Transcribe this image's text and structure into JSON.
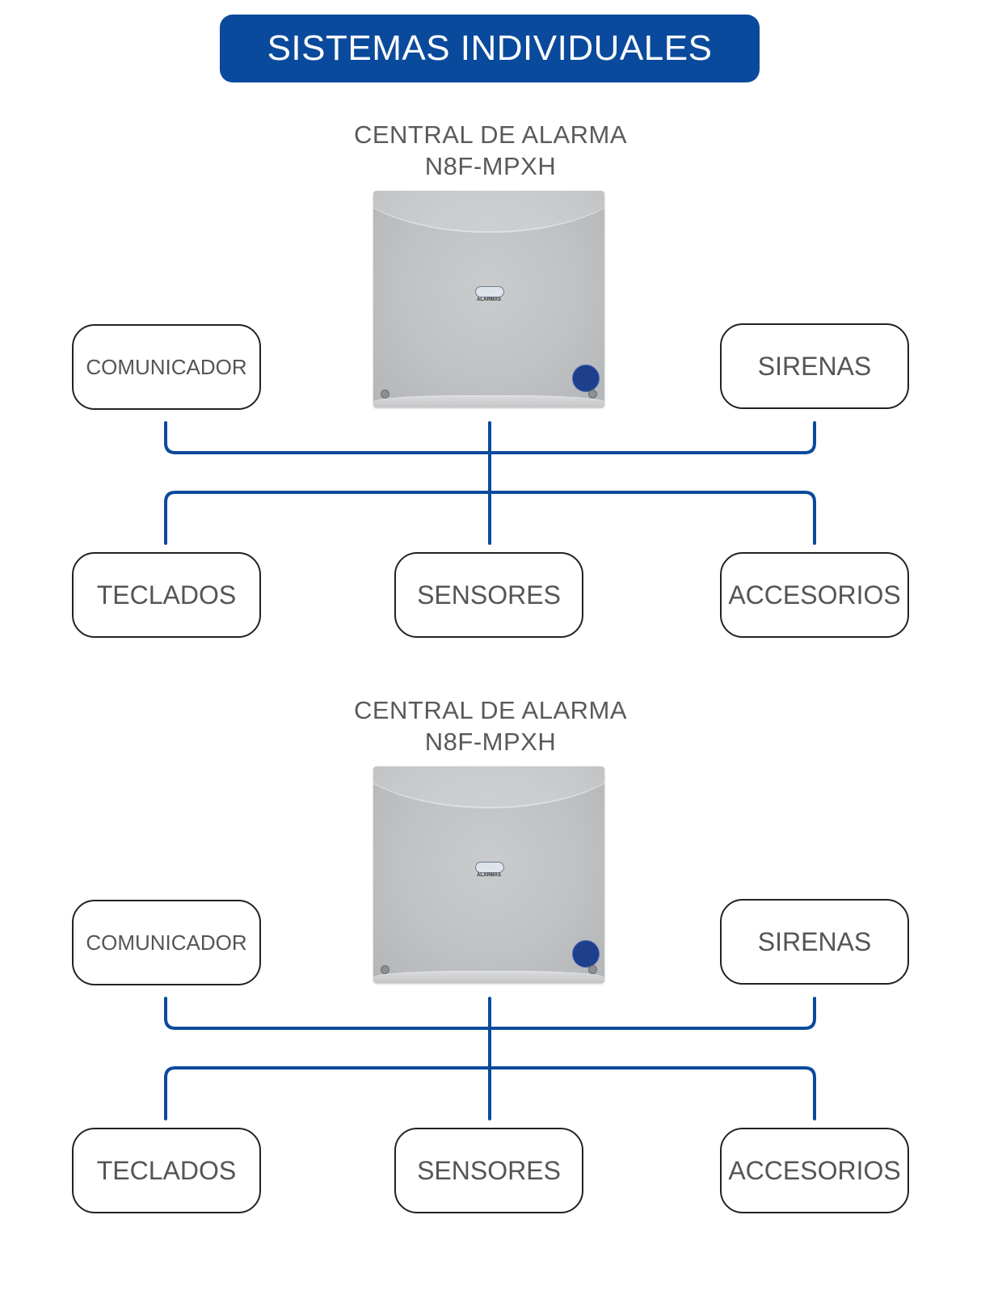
{
  "banner": {
    "title": "SISTEMAS INDIVIDUALES"
  },
  "colors": {
    "accent": "#0a4a9c",
    "line": "#0a4a9c",
    "node_border": "#222222",
    "text": "#555555"
  },
  "systems": [
    {
      "caption_line1": "CENTRAL DE ALARMA",
      "caption_line2": "N8F-MPXH",
      "device_logo": "ALARMAS",
      "nodes": {
        "comunicador": "COMUNICADOR",
        "sirenas": "SIRENAS",
        "teclados": "TECLADOS",
        "sensores": "SENSORES",
        "accesorios": "ACCESORIOS"
      }
    },
    {
      "caption_line1": "CENTRAL DE ALARMA",
      "caption_line2": "N8F-MPXH",
      "device_logo": "ALARMAS",
      "nodes": {
        "comunicador": "COMUNICADOR",
        "sirenas": "SIRENAS",
        "teclados": "TECLADOS",
        "sensores": "SENSORES",
        "accesorios": "ACCESORIOS"
      }
    }
  ]
}
